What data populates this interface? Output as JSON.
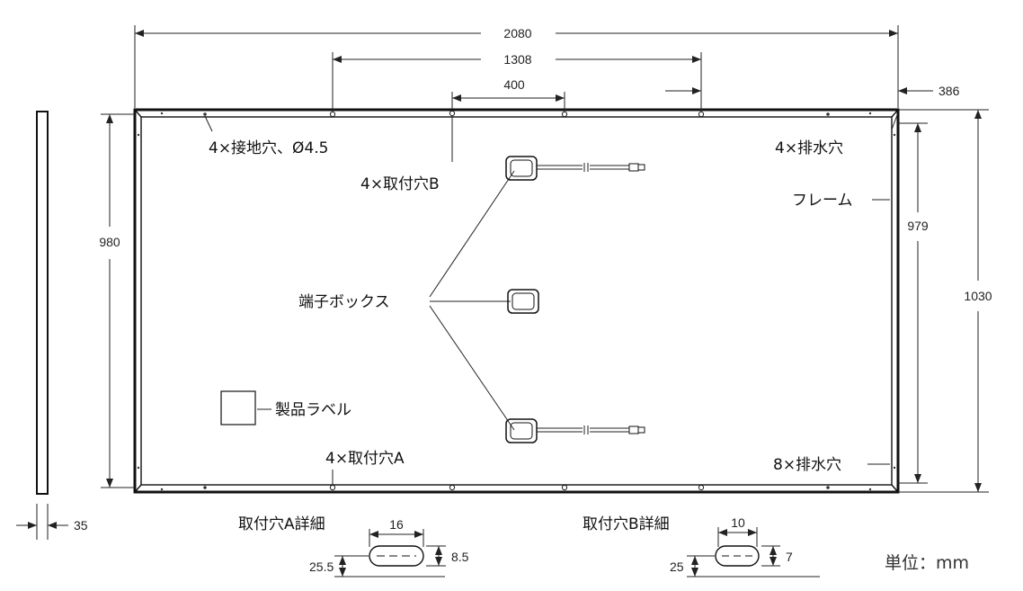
{
  "dimensions": {
    "overall_width": "2080",
    "mounting_hole_spacing": "1308",
    "hole_b_spacing": "400",
    "hole_edge_offset": "386",
    "inner_height": "980",
    "height_right": "979",
    "overall_height": "1030",
    "frame_thickness": "35"
  },
  "labels": {
    "ground_holes": "4×接地穴、Ø4.5",
    "mount_holes_b": "4×取付穴B",
    "drain_holes_top": "4×排水穴",
    "frame": "フレーム",
    "junction_box": "端子ボックス",
    "product_label": "製品ラベル",
    "mount_holes_a": "4×取付穴A",
    "drain_holes_bottom": "8×排水穴"
  },
  "detail_a": {
    "title": "取付穴A詳細",
    "width": "16",
    "height": "8.5",
    "offset": "25.5"
  },
  "detail_b": {
    "title": "取付穴B詳細",
    "width": "10",
    "height": "7",
    "offset": "25"
  },
  "unit": "単位：mm",
  "colors": {
    "line": "#111111",
    "background": "#ffffff"
  }
}
